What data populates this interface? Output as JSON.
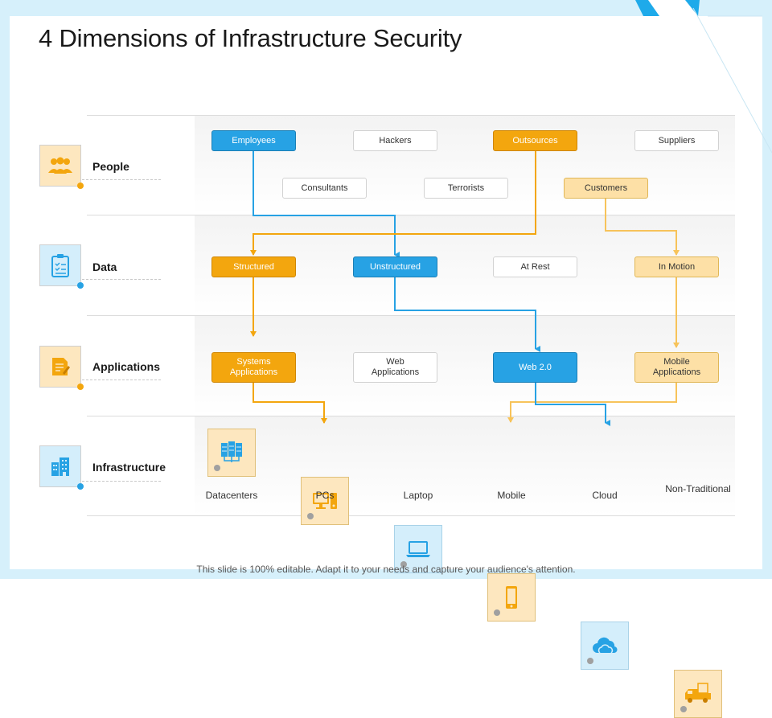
{
  "slide": {
    "title": "4 Dimensions of Infrastructure Security",
    "footer": "This slide is 100% editable. Adapt it to your needs and capture your audience's attention."
  },
  "colors": {
    "blue": "#27a2e4",
    "orange": "#f3a60e",
    "light_orange": "#fde0a6",
    "light_blue_bg": "#d4eefb",
    "light_orange_bg": "#fde7bf"
  },
  "dimensions": [
    {
      "label": "People",
      "icon": "people-icon"
    },
    {
      "label": "Data",
      "icon": "clipboard-icon"
    },
    {
      "label": "Applications",
      "icon": "document-edit-icon"
    },
    {
      "label": "Infrastructure",
      "icon": "building-icon"
    }
  ],
  "people": {
    "employees": "Employees",
    "hackers": "Hackers",
    "outsources": "Outsources",
    "suppliers": "Suppliers",
    "consultants": "Consultants",
    "terrorists": "Terrorists",
    "customers": "Customers"
  },
  "data": {
    "structured": "Structured",
    "unstructured": "Unstructured",
    "at_rest": "At Rest",
    "in_motion": "In Motion"
  },
  "applications": {
    "systems": "Systems Applications",
    "web": "Web Applications",
    "web2": "Web 2.0",
    "mobile": "Mobile Applications"
  },
  "infrastructure": [
    {
      "label": "Datacenters",
      "icon": "server-rack-icon"
    },
    {
      "label": "PCs",
      "icon": "desktop-pc-icon"
    },
    {
      "label": "Laptop",
      "icon": "laptop-icon"
    },
    {
      "label": "Mobile",
      "icon": "smartphone-icon"
    },
    {
      "label": "Cloud",
      "icon": "cloud-icon"
    },
    {
      "label": "Non-Traditional",
      "icon": "delivery-truck-icon"
    }
  ]
}
